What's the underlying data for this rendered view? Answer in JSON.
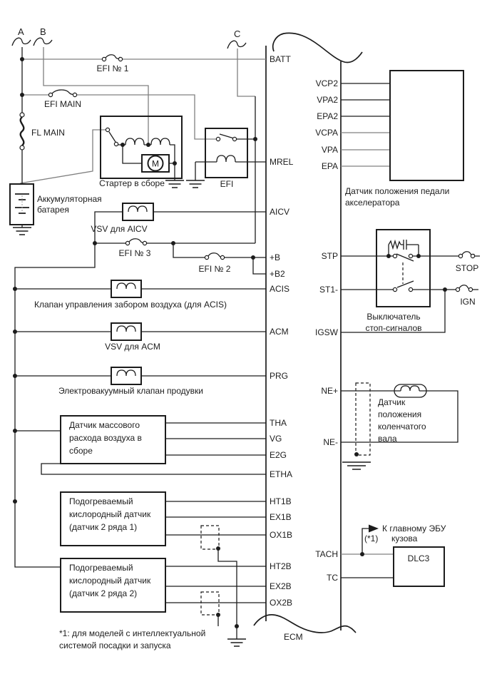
{
  "connectors": {
    "a": "A",
    "b": "B",
    "c": "C"
  },
  "ecm": {
    "label": "ECM",
    "pins_left": [
      "BATT",
      "MREL",
      "AICV",
      "+B",
      "+B2",
      "ACIS",
      "ACM",
      "PRG",
      "THA",
      "VG",
      "E2G",
      "ETHA",
      "HT1B",
      "EX1B",
      "OX1B",
      "HT2B",
      "EX2B",
      "OX2B"
    ],
    "pins_right": [
      "VCP2",
      "VPA2",
      "EPA2",
      "VCPA",
      "VPA",
      "EPA",
      "STP",
      "ST1-",
      "IGSW",
      "NE+",
      "NE-",
      "TACH",
      "TC"
    ]
  },
  "fuses": {
    "efi1": "EFI № 1",
    "efi_main": "EFI MAIN",
    "fl_main": "FL MAIN",
    "efi3": "EFI № 3",
    "efi2": "EFI № 2",
    "stop": "STOP",
    "ign": "IGN"
  },
  "components": {
    "starter": "Стартер в сборе",
    "motor": "M",
    "efi_relay": "EFI",
    "battery": {
      "line1": "Аккумуляторная",
      "line2": "батарея"
    },
    "vsv_aicv": "VSV для AICV",
    "acis_valve": "Клапан управления забором воздуха (для ACIS)",
    "vsv_acm": "VSV для ACM",
    "purge_valve": "Электровакуумный клапан продувки",
    "maf": {
      "line1": "Датчик массового",
      "line2": "расхода воздуха в",
      "line3": "сборе"
    },
    "o2_bank2_sensor1": {
      "line1": "Подогреваемый",
      "line2": "кислородный датчик",
      "line3": "(датчик 2 ряда 1)"
    },
    "o2_bank2_sensor2": {
      "line1": "Подогреваемый",
      "line2": "кислородный датчик",
      "line3": "(датчик 2 ряда 2)"
    },
    "pedal_sensor": {
      "line1": "Датчик положения педали",
      "line2": "акселератора"
    },
    "stop_switch": {
      "line1": "Выключатель",
      "line2": "стоп-сигналов"
    },
    "ckp_sensor": {
      "line1": "Датчик",
      "line2": "положения",
      "line3": "коленчатого",
      "line4": "вала"
    },
    "dlc3": "DLC3",
    "body_ecu": {
      "line1": "К главному ЭБУ",
      "ref": "(*1)",
      "line2": "кузова"
    }
  },
  "footnote": {
    "line1": "*1: для моделей с интеллектуальной",
    "line2": "системой посадки и запуска"
  },
  "colors": {
    "wire_black": "#1c1c1c",
    "wire_gray": "#808080",
    "background": "#ffffff"
  }
}
